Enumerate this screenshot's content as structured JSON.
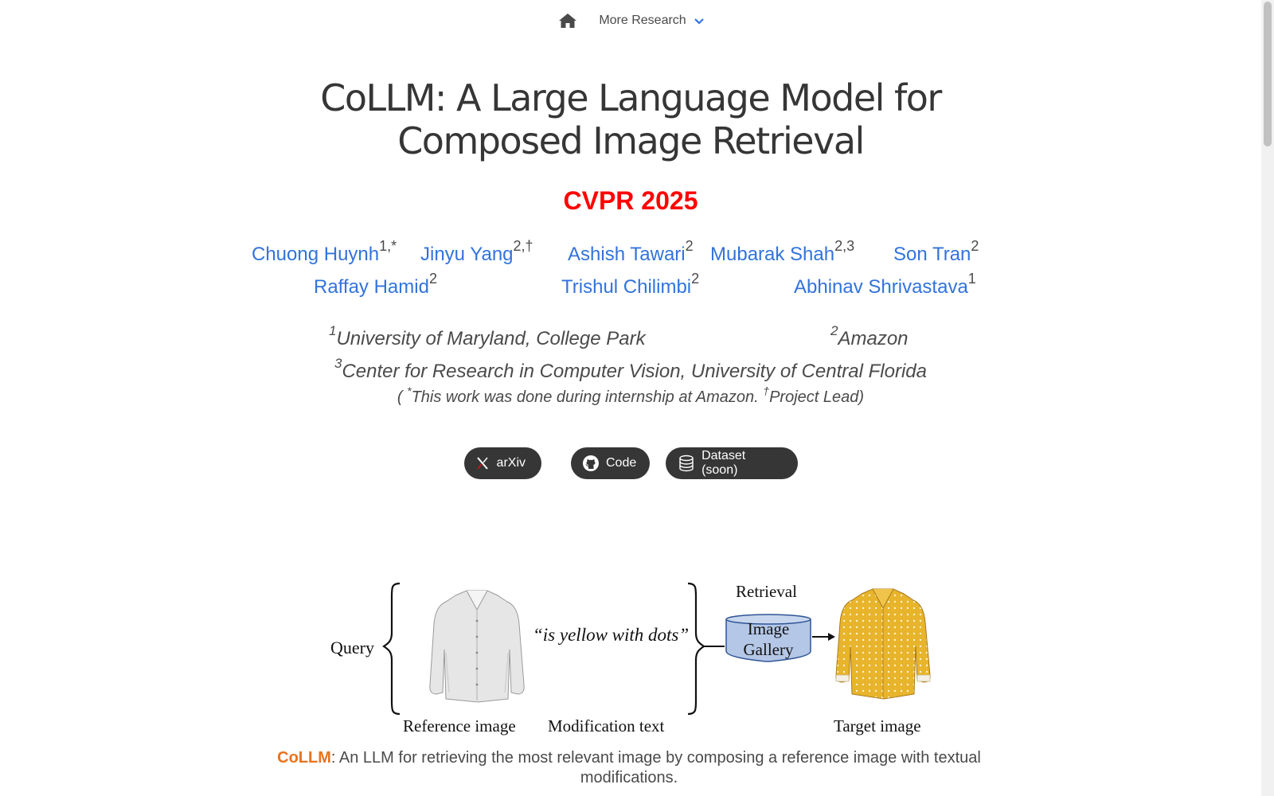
{
  "nav": {
    "more_research": "More Research"
  },
  "paper": {
    "title_line1": "CoLLM: A Large Language Model for",
    "title_line2": "Composed Image Retrieval",
    "venue": "CVPR 2025"
  },
  "authors": [
    {
      "name": "Chuong Huynh",
      "sup": "1,*"
    },
    {
      "name": "Jinyu Yang",
      "sup": "2,†"
    },
    {
      "name": "Ashish Tawari",
      "sup": "2"
    },
    {
      "name": "Mubarak Shah",
      "sup": "2,3"
    },
    {
      "name": "Son Tran",
      "sup": "2"
    },
    {
      "name": "Raffay Hamid",
      "sup": "2"
    },
    {
      "name": "Trishul Chilimbi",
      "sup": "2"
    },
    {
      "name": "Abhinav Shrivastava",
      "sup": "1"
    }
  ],
  "affiliations": [
    {
      "sup": "1",
      "name": "University of Maryland, College Park"
    },
    {
      "sup": "2",
      "name": "Amazon"
    },
    {
      "sup": "3",
      "name": "Center for Research in Computer Vision, University of Central Florida"
    }
  ],
  "note": {
    "open": "( ",
    "star": "*",
    "star_text": "This work was done during internship at Amazon. ",
    "dagger": "†",
    "dagger_text": "Project Lead)"
  },
  "buttons": {
    "arxiv": "arXiv",
    "code": "Code",
    "dataset": "Dataset (soon)"
  },
  "figure": {
    "query": "Query",
    "modification": "“is yellow with dots”",
    "retrieval": "Retrieval",
    "gallery_line1": "Image",
    "gallery_line2": "Gallery",
    "reference_label": "Reference image",
    "modification_label": "Modification text",
    "target_label": "Target image"
  },
  "caption": {
    "brand": "CoLLM",
    "text": ": An LLM for retrieving the most relevant image by composing a reference image with textual modifications."
  },
  "colors": {
    "link": "#3273dc",
    "venue": "#ff0000",
    "brand": "#e8731e",
    "button": "#363636",
    "gallery_fill": "#b4c7e7",
    "gallery_stroke": "#2f5597"
  }
}
